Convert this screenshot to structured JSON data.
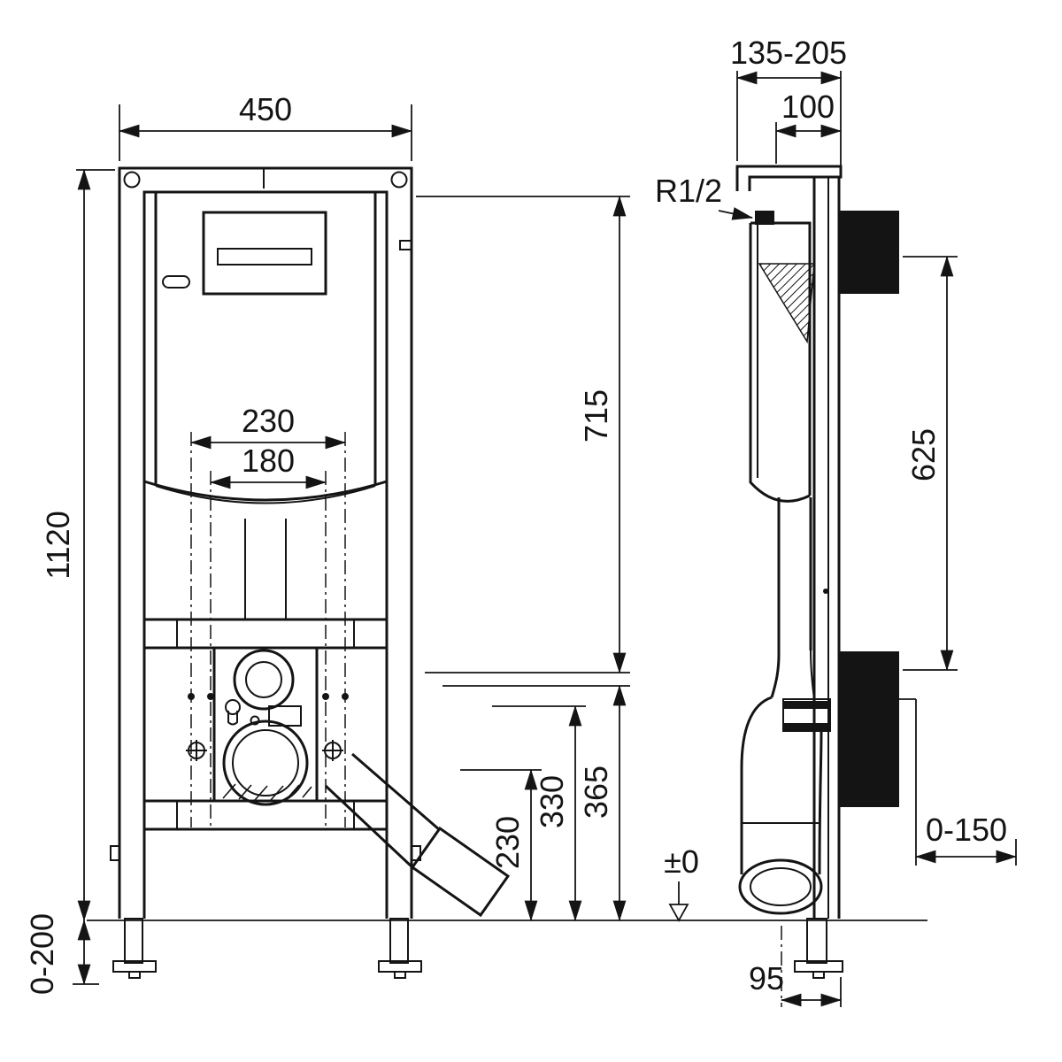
{
  "front_view": {
    "width": "450",
    "height": "1120",
    "leg_adjustment": "0-200",
    "fixing_width_outer": "230",
    "fixing_width_inner": "180",
    "cistern_height": "715",
    "outlet_height": "365",
    "dim_330": "330",
    "dim_230": "230"
  },
  "side_view": {
    "depth_range": "135-205",
    "depth": "100",
    "water_connection": "R1/2",
    "bracket_span": "625",
    "outlet_range": "0-150",
    "floor_level": "±0",
    "outlet_offset": "95"
  }
}
